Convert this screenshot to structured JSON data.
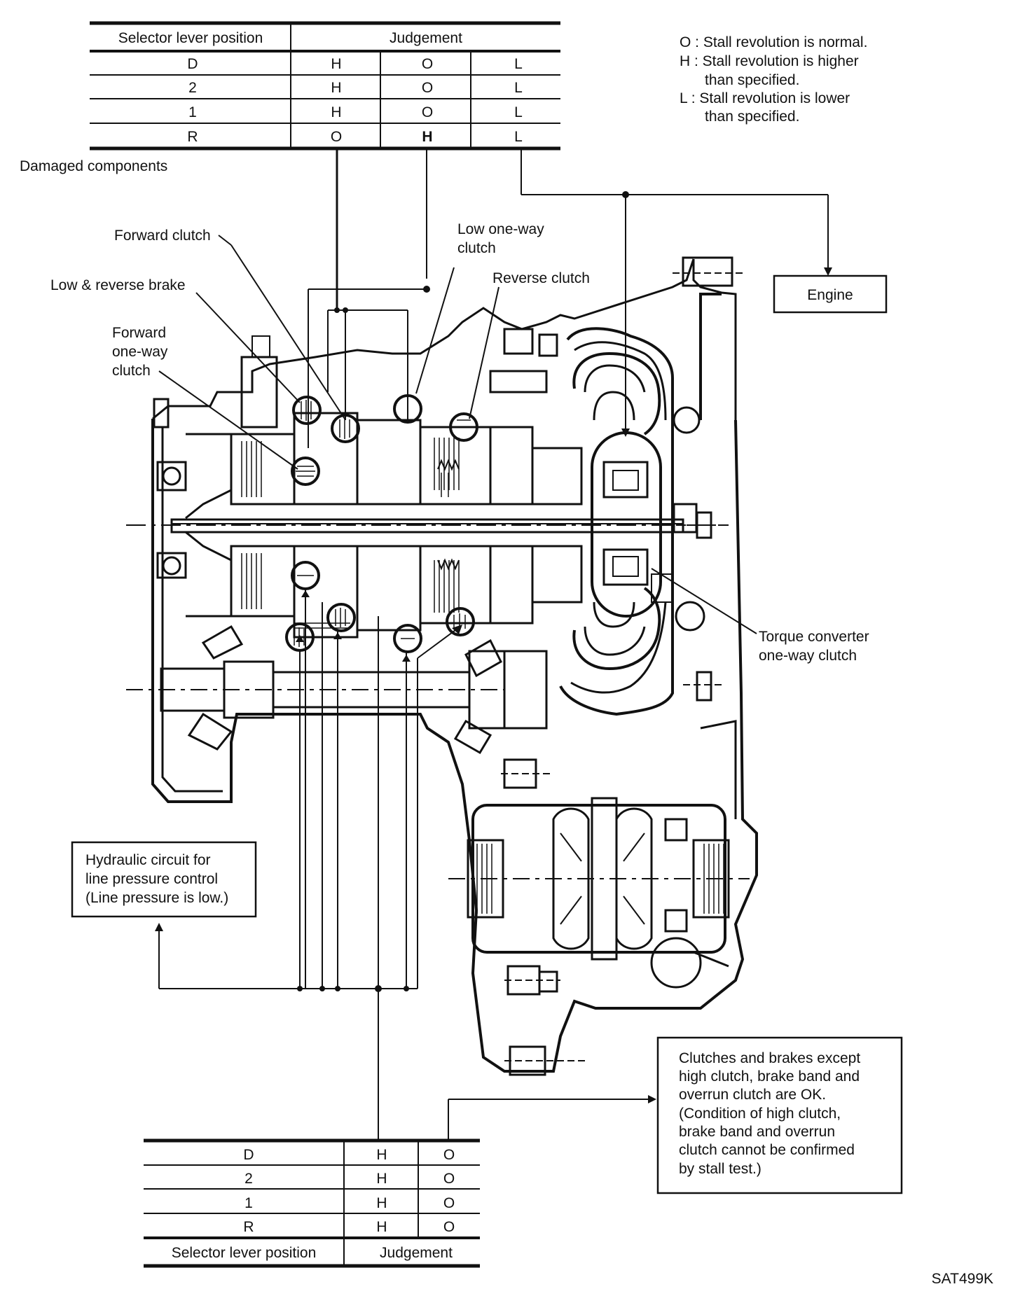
{
  "top_table": {
    "header_col1": "Selector lever position",
    "header_col2": "Judgement",
    "rows": [
      {
        "pos": "D",
        "a": "H",
        "b": "O",
        "c": "L"
      },
      {
        "pos": "2",
        "a": "H",
        "b": "O",
        "c": "L"
      },
      {
        "pos": "1",
        "a": "H",
        "b": "O",
        "c": "L"
      },
      {
        "pos": "R",
        "a": "O",
        "b": "H",
        "c": "L"
      }
    ]
  },
  "legend": {
    "o": "O : Stall revolution is normal.",
    "h1": "H : Stall revolution is higher",
    "h2": "than specified.",
    "l1": "L : Stall revolution is lower",
    "l2": "than specified."
  },
  "damaged_components": "Damaged components",
  "labels": {
    "forward_clutch": "Forward clutch",
    "low_reverse_brake": "Low & reverse brake",
    "forward_owc_1": "Forward",
    "forward_owc_2": "one-way",
    "forward_owc_3": "clutch",
    "low_owc_1": "Low one-way",
    "low_owc_2": "clutch",
    "reverse_clutch": "Reverse clutch",
    "engine": "Engine",
    "tc_owc_1": "Torque converter",
    "tc_owc_2": "one-way clutch"
  },
  "hydraulic_box": {
    "line1": "Hydraulic circuit for",
    "line2": "line pressure control",
    "line3": "(Line pressure is low.)"
  },
  "clutch_box": {
    "line1": "Clutches and brakes except",
    "line2": "high clutch, brake band and",
    "line3": "overrun clutch are OK.",
    "line4": "(Condition of high clutch,",
    "line5": "brake band and overrun",
    "line6": "clutch cannot be confirmed",
    "line7": "by stall test.)"
  },
  "bottom_table": {
    "rows": [
      {
        "pos": "D",
        "a": "H",
        "b": "O"
      },
      {
        "pos": "2",
        "a": "H",
        "b": "O"
      },
      {
        "pos": "1",
        "a": "H",
        "b": "O"
      },
      {
        "pos": "R",
        "a": "H",
        "b": "O"
      }
    ],
    "footer_col1": "Selector lever position",
    "footer_col2": "Judgement"
  },
  "figure_code": "SAT499K"
}
